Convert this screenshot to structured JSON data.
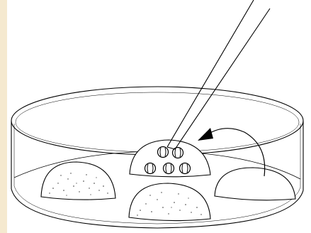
{
  "figure": {
    "subject": "petri-dish-blastocyst-transfer",
    "colors": {
      "line": "#000000",
      "background": "#ffffff",
      "paper_strip": "#f5e9cf",
      "droplet_fill": "#ffffff",
      "speckle": "#333333"
    },
    "elements": {
      "dish": "petri-dish",
      "pipette": "transfer-pipette",
      "arrow": "transfer-arrow",
      "source_droplet": "source-droplet",
      "target_droplet": "target-droplet",
      "embryos": [
        "embryo",
        "embryo",
        "embryo",
        "embryo",
        "embryo"
      ]
    }
  }
}
